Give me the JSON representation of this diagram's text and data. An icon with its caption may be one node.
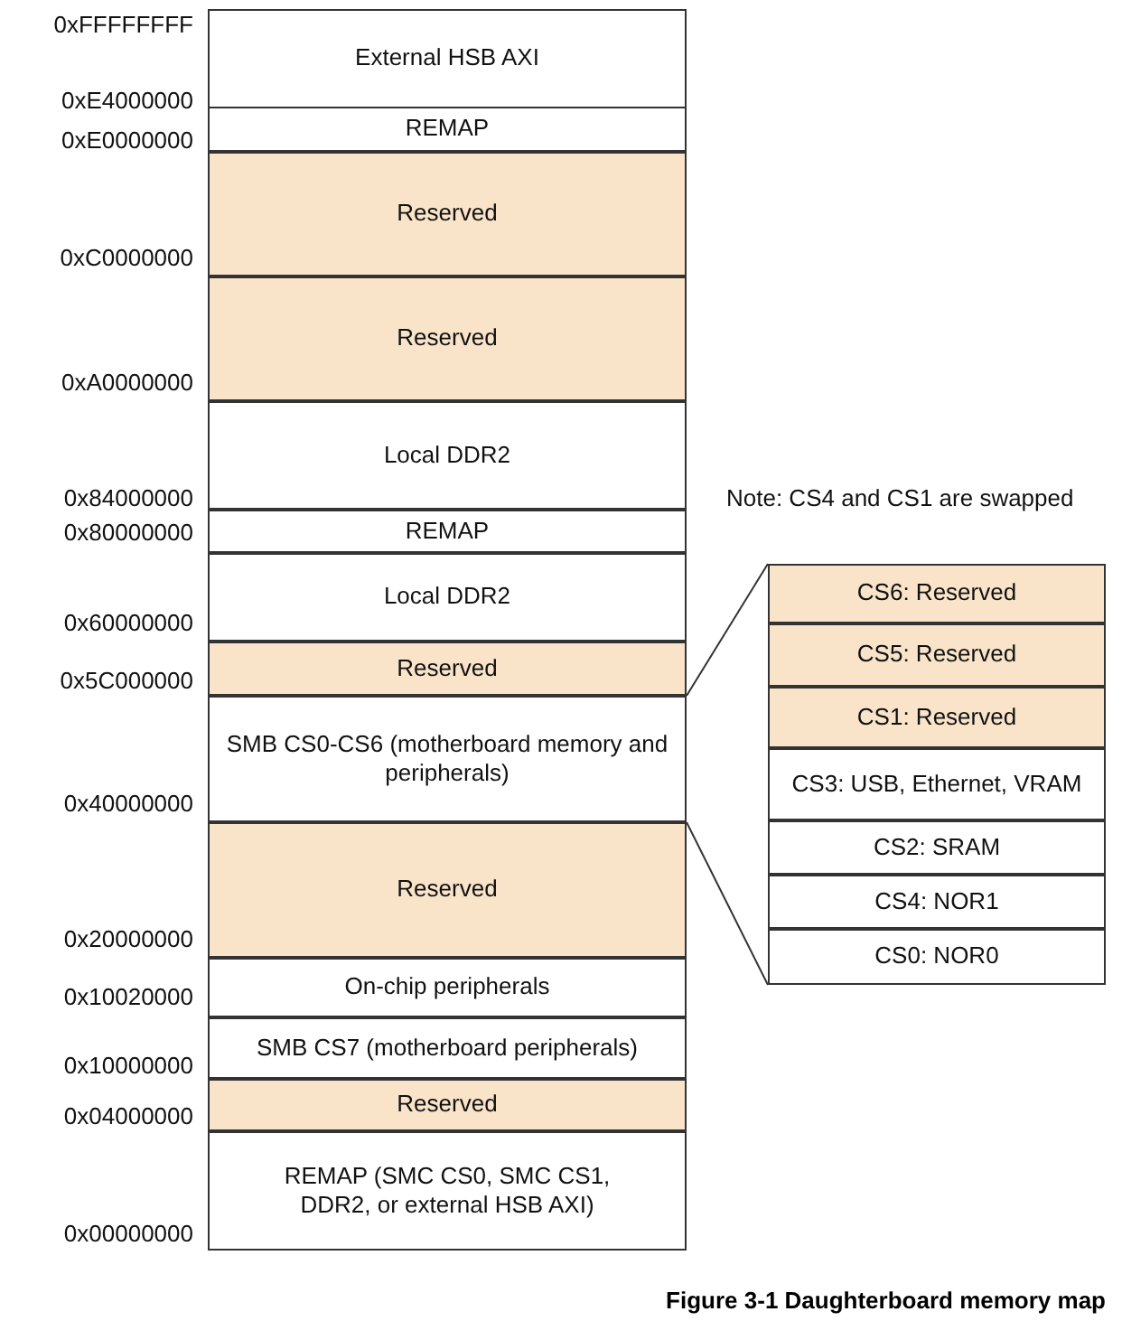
{
  "diagram": {
    "caption": "Figure 3-1 Daughterboard memory map",
    "nodes": [
      {
        "text": [
          "External HSB AXI"
        ]
      },
      {
        "text": [
          "REMAP"
        ]
      },
      {
        "text": [
          "Reserved"
        ]
      },
      {
        "text": [
          "Reserved"
        ]
      },
      {
        "text": [
          "Local DDR2"
        ]
      },
      {
        "text": [
          "REMAP"
        ]
      },
      {
        "text": [
          "Local DDR2"
        ]
      },
      {
        "text": [
          "Reserved"
        ]
      },
      {
        "text": [
          "SMB CS0-CS6 (motherboard memory and peripherals)"
        ]
      },
      {
        "text": [
          "Reserved"
        ]
      },
      {
        "text": [
          "On-chip peripherals"
        ]
      },
      {
        "text": [
          "SMB CS7 (motherboard peripherals)"
        ]
      },
      {
        "text": [
          "Reserved"
        ]
      },
      {
        "text": [
          "REMAP (SMC CS0, SMC CS1, DDR2, or external HSB AXI)"
        ]
      },
      {
        "text": [
          "CS6: Reserved"
        ]
      },
      {
        "text": [
          "CS5: Reserved"
        ]
      },
      {
        "text": [
          "CS1: Reserved"
        ]
      },
      {
        "text": [
          "CS3: USB, Ethernet, VRAM"
        ]
      },
      {
        "text": [
          "CS2: SRAM"
        ]
      },
      {
        "text": [
          "CS4: NOR1"
        ]
      },
      {
        "text": [
          "CS0: NOR0"
        ]
      }
    ],
    "edges": [
      {
        "from": 8,
        "to": 14,
        "arrow": "none"
      },
      {
        "from": 8,
        "to": 20,
        "arrow": "none"
      }
    ],
    "labels": [
      "0xFFFFFFFF",
      "0xE4000000",
      "0xE0000000",
      "0xC0000000",
      "0xA0000000",
      "0x84000000",
      "0x80000000",
      "Note: CS4 and CS1 are swapped",
      "0x60000000",
      "0x5C000000",
      "0x40000000",
      "0x20000000",
      "0x10020000",
      "0x10000000",
      "0x04000000",
      "0x00000000"
    ]
  }
}
